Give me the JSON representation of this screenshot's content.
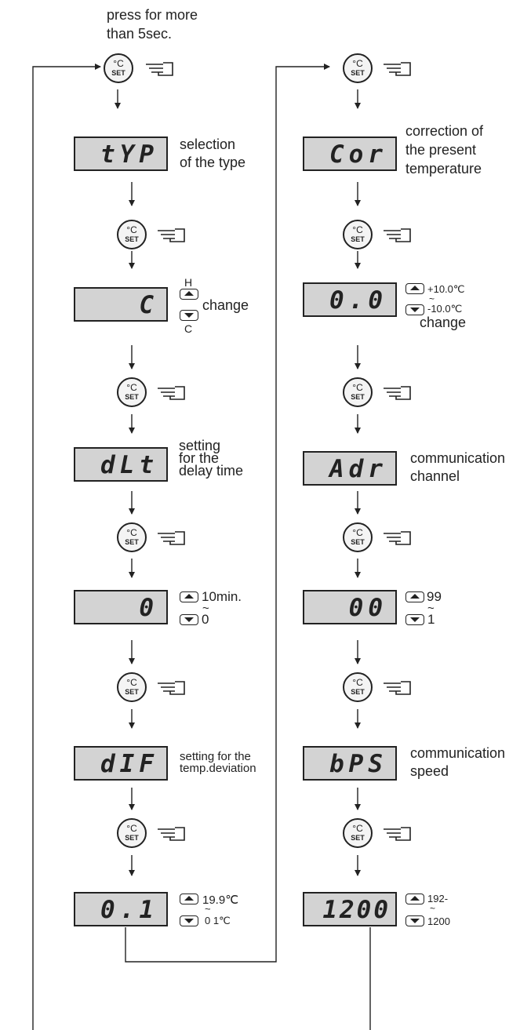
{
  "start_note": [
    "press for more",
    "than 5sec."
  ],
  "set_button": {
    "unit": "°C",
    "label": "SET"
  },
  "left_column": {
    "typ": {
      "display": "tYP",
      "label_lines": [
        "selection",
        "of the type"
      ]
    },
    "type_value": {
      "display": "C",
      "up_label": "H",
      "down_label": "C",
      "action": "change"
    },
    "dlt": {
      "display": "dLt",
      "label_lines": [
        "setting",
        "for the",
        "delay time"
      ]
    },
    "delay_value": {
      "display": "0",
      "max": "10min.",
      "tilde": "~",
      "min": "0"
    },
    "dif": {
      "display": "dIF",
      "label_lines": [
        "setting for the",
        "temp.deviation"
      ]
    },
    "dif_value": {
      "display": "0.1",
      "max": "19.9℃",
      "tilde": "~",
      "min": "0 1℃"
    }
  },
  "right_column": {
    "cor": {
      "display": "Cor",
      "label_lines": [
        "correction of",
        "the present",
        "temperature"
      ]
    },
    "cor_value": {
      "display": "0.0",
      "max": "+10.0℃",
      "tilde": "~",
      "min": "-10.0℃",
      "action": "change"
    },
    "adr": {
      "display": "Adr",
      "label_lines": [
        "communication",
        "channel"
      ]
    },
    "adr_value": {
      "display": "00",
      "max": "99",
      "tilde": "~",
      "min": "1"
    },
    "bps": {
      "display": "bPS",
      "label_lines": [
        "communication",
        "speed"
      ]
    },
    "bps_value": {
      "display": "1200",
      "max": "192-",
      "tilde": "~",
      "min": "1200"
    }
  }
}
